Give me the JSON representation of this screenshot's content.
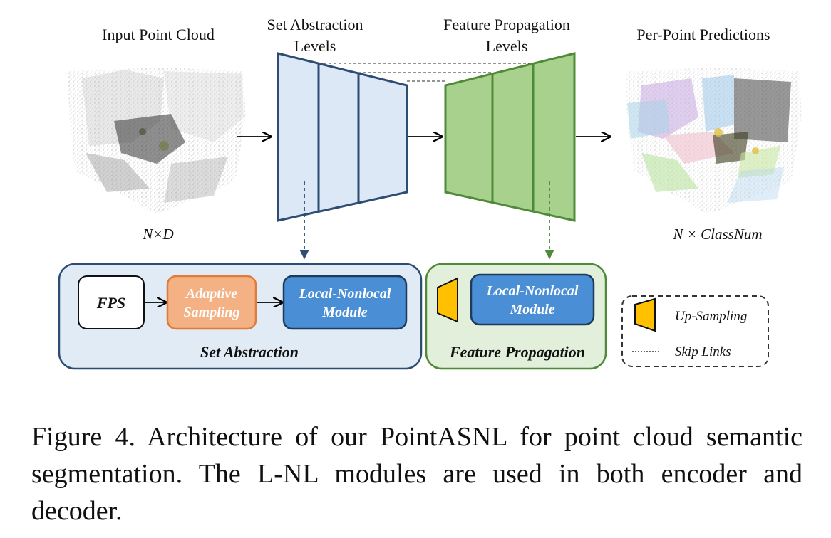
{
  "figure": {
    "labels": {
      "input": "Input Point Cloud",
      "set_abstraction_levels": [
        "Set Abstraction",
        "Levels"
      ],
      "feature_propagation_levels": [
        "Feature Propagation",
        "Levels"
      ],
      "output": "Per-Point Predictions",
      "input_dim": "N×D",
      "output_dim": "N × ClassNum"
    },
    "set_abstraction_box": {
      "title": "Set Abstraction",
      "fps": "FPS",
      "adaptive_sampling": [
        "Adaptive",
        "Sampling"
      ],
      "local_nonlocal": [
        "Local-Nonlocal",
        "Module"
      ]
    },
    "feature_propagation_box": {
      "title": "Feature Propagation",
      "local_nonlocal": [
        "Local-Nonlocal",
        "Module"
      ]
    },
    "legend": {
      "upsampling": "Up-Sampling",
      "skip_links": "Skip Links"
    },
    "colors": {
      "encoder_fill": "#dce8f5",
      "encoder_stroke": "#2e4d73",
      "decoder_fill": "#a9d18e",
      "decoder_stroke": "#4f8a38",
      "sa_box_fill": "#e1ebf6",
      "fp_box_fill": "#e2efda",
      "lnl_fill": "#4a8fd6",
      "adaptive_fill": "#f4b183",
      "adaptive_stroke": "#e07b39",
      "upsample_fill": "#ffc000"
    }
  },
  "caption": "Figure 4. Architecture of our PointASNL for point cloud semantic segmentation.  The L-NL modules are used in both encoder and decoder."
}
